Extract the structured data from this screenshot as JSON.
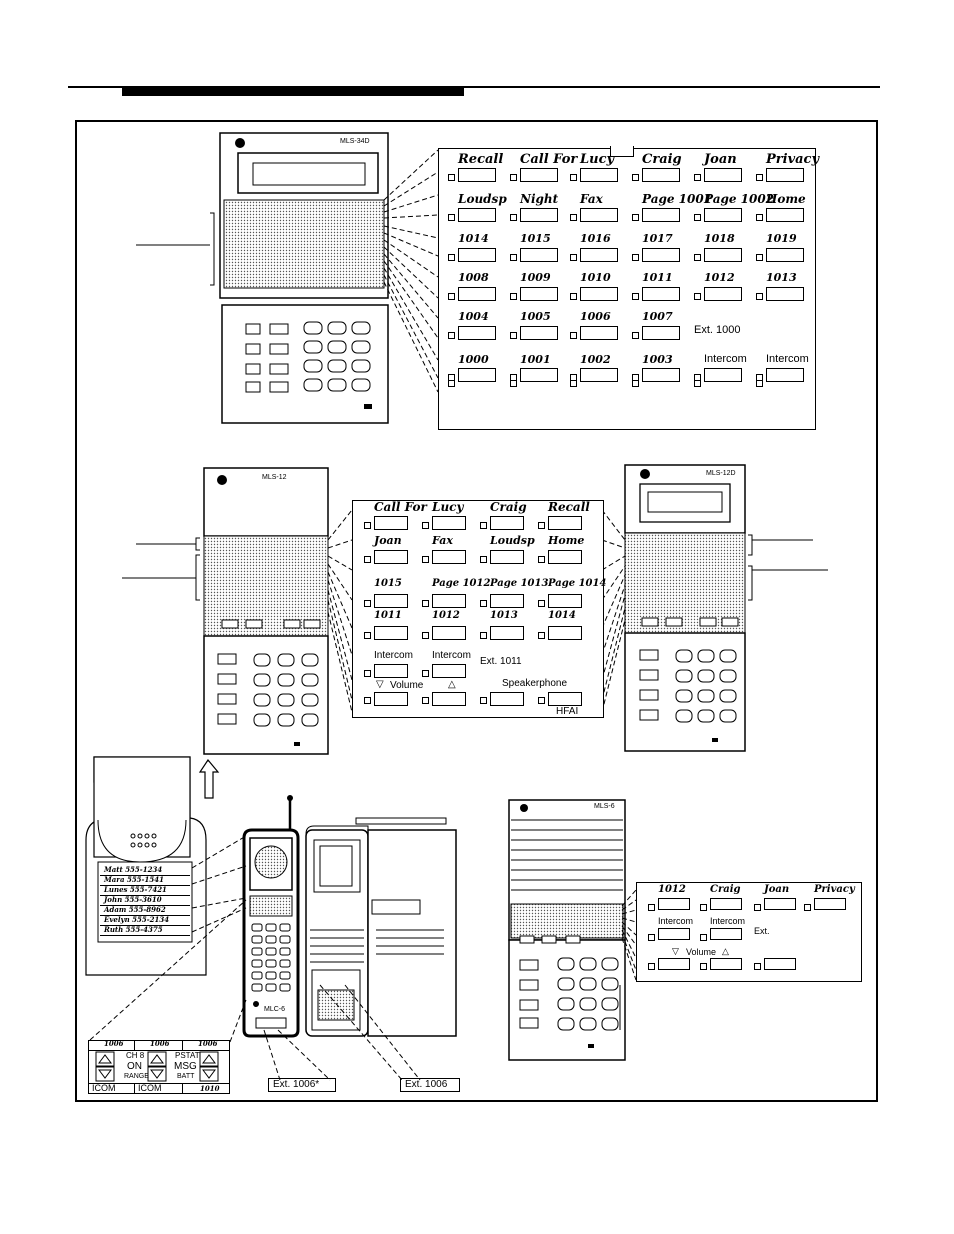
{
  "mls34d": {
    "model": "MLS-34D",
    "card_row1": [
      "Recall",
      "Call For",
      "Lucy",
      "Craig",
      "Joan",
      "Privacy"
    ],
    "card_row2": [
      "Loudsp",
      "Night",
      "Fax",
      "Page 1001",
      "Page 1002",
      "Home"
    ],
    "card_row3": [
      "1014",
      "1015",
      "1016",
      "1017",
      "1018",
      "1019"
    ],
    "card_row4": [
      "1008",
      "1009",
      "1010",
      "1011",
      "1012",
      "1013"
    ],
    "card_row5": [
      "1004",
      "1005",
      "1006",
      "1007"
    ],
    "card_ext": "Ext. 1000",
    "card_row6": [
      "1000",
      "1001",
      "1002",
      "1003",
      "Intercom",
      "Intercom"
    ]
  },
  "mls12": {
    "model": "MLS-12",
    "card_row1": [
      "Call For",
      "Lucy",
      "Craig",
      "Recall"
    ],
    "card_row2": [
      "Joan",
      "Fax",
      "Loudsp",
      "Home"
    ],
    "card_row3": [
      "1015",
      "Page 1012",
      "Page 1013",
      "Page 1014"
    ],
    "card_row4": [
      "1011",
      "1012",
      "1013",
      "1014"
    ],
    "card_row5": [
      "Intercom",
      "Intercom"
    ],
    "card_ext": "Ext. 1011",
    "volume": "Volume",
    "speakerphone": "Speakerphone",
    "hfai": "HFAI"
  },
  "mls12d": {
    "model": "MLS-12D"
  },
  "mls6": {
    "model": "MLS-6",
    "card_row1": [
      "1012",
      "Craig",
      "Joan",
      "Privacy"
    ],
    "card_row2": [
      "Intercom",
      "Intercom"
    ],
    "card_ext": "Ext.",
    "volume": "Volume"
  },
  "directory": {
    "entries": [
      "Matt 555-1234",
      "Mara 555-1541",
      "Lunes 555-7421",
      "John 555-3610",
      "Adam 555-8962",
      "Evelyn 555-2134",
      "Ruth 555-4375"
    ]
  },
  "mlc6": {
    "model": "MLC-6",
    "strip_top": [
      "1006",
      "1006",
      "1006"
    ],
    "strip_bottom": [
      "ICOM",
      "ICOM",
      "1010"
    ],
    "ch": "CH 8",
    "on": "ON",
    "range": "RANGE",
    "pstat": "PSTAT",
    "msg": "MSG",
    "batt": "BATT",
    "ext_handset": "Ext.  1006*",
    "ext_base": "Ext.  1006"
  }
}
